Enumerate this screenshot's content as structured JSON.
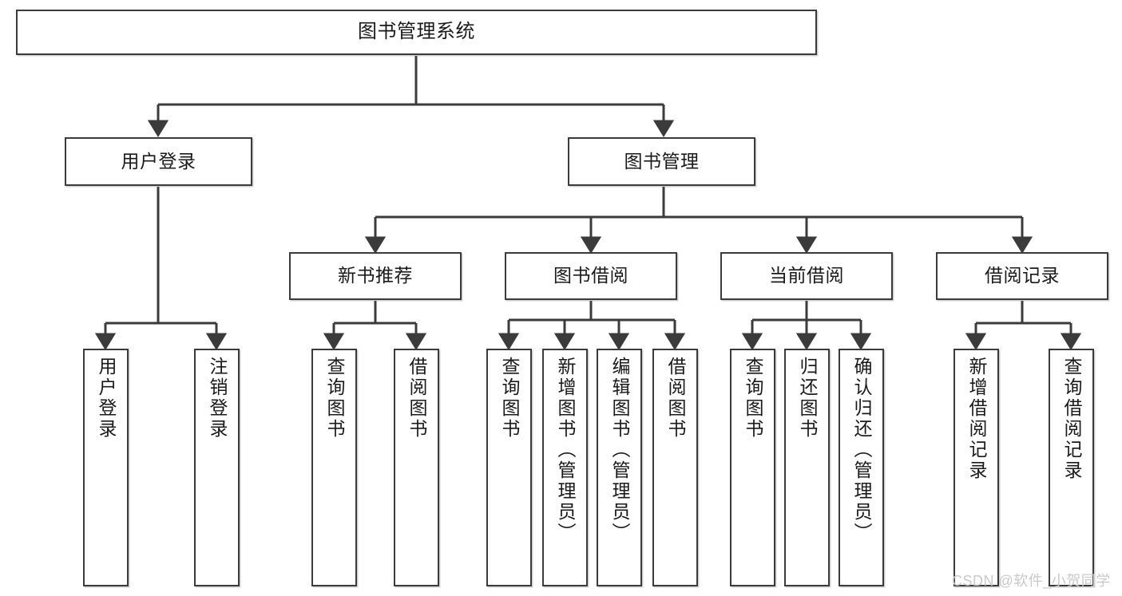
{
  "diagram": {
    "title": "图书管理系统",
    "type": "hierarchy-tree",
    "root": {
      "label": "图书管理系统"
    },
    "level2": [
      {
        "label": "用户登录"
      },
      {
        "label": "图书管理"
      }
    ],
    "level3": [
      {
        "label": "新书推荐"
      },
      {
        "label": "图书借阅"
      },
      {
        "label": "当前借阅"
      },
      {
        "label": "借阅记录"
      }
    ],
    "leaves": {
      "user_login": [
        {
          "label": "用户登录"
        },
        {
          "label": "注销登录"
        }
      ],
      "new_book_recommend": [
        {
          "label": "查询图书"
        },
        {
          "label": "借阅图书"
        }
      ],
      "book_borrow": [
        {
          "label": "查询图书"
        },
        {
          "label": "新增图书（管理员）"
        },
        {
          "label": "编辑图书（管理员）"
        },
        {
          "label": "借阅图书"
        }
      ],
      "current_borrow": [
        {
          "label": "查询图书"
        },
        {
          "label": "归还图书"
        },
        {
          "label": "确认归还（管理员）"
        }
      ],
      "borrow_record": [
        {
          "label": "新增借阅记录"
        },
        {
          "label": "查询借阅记录"
        }
      ]
    }
  },
  "watermark": {
    "text": "CSDN @软件_小贺同学"
  },
  "colors": {
    "stroke": "#3b3b3b",
    "fill": "#ffffff",
    "text": "#1a1a1a",
    "watermark": "#c9c9c9"
  }
}
